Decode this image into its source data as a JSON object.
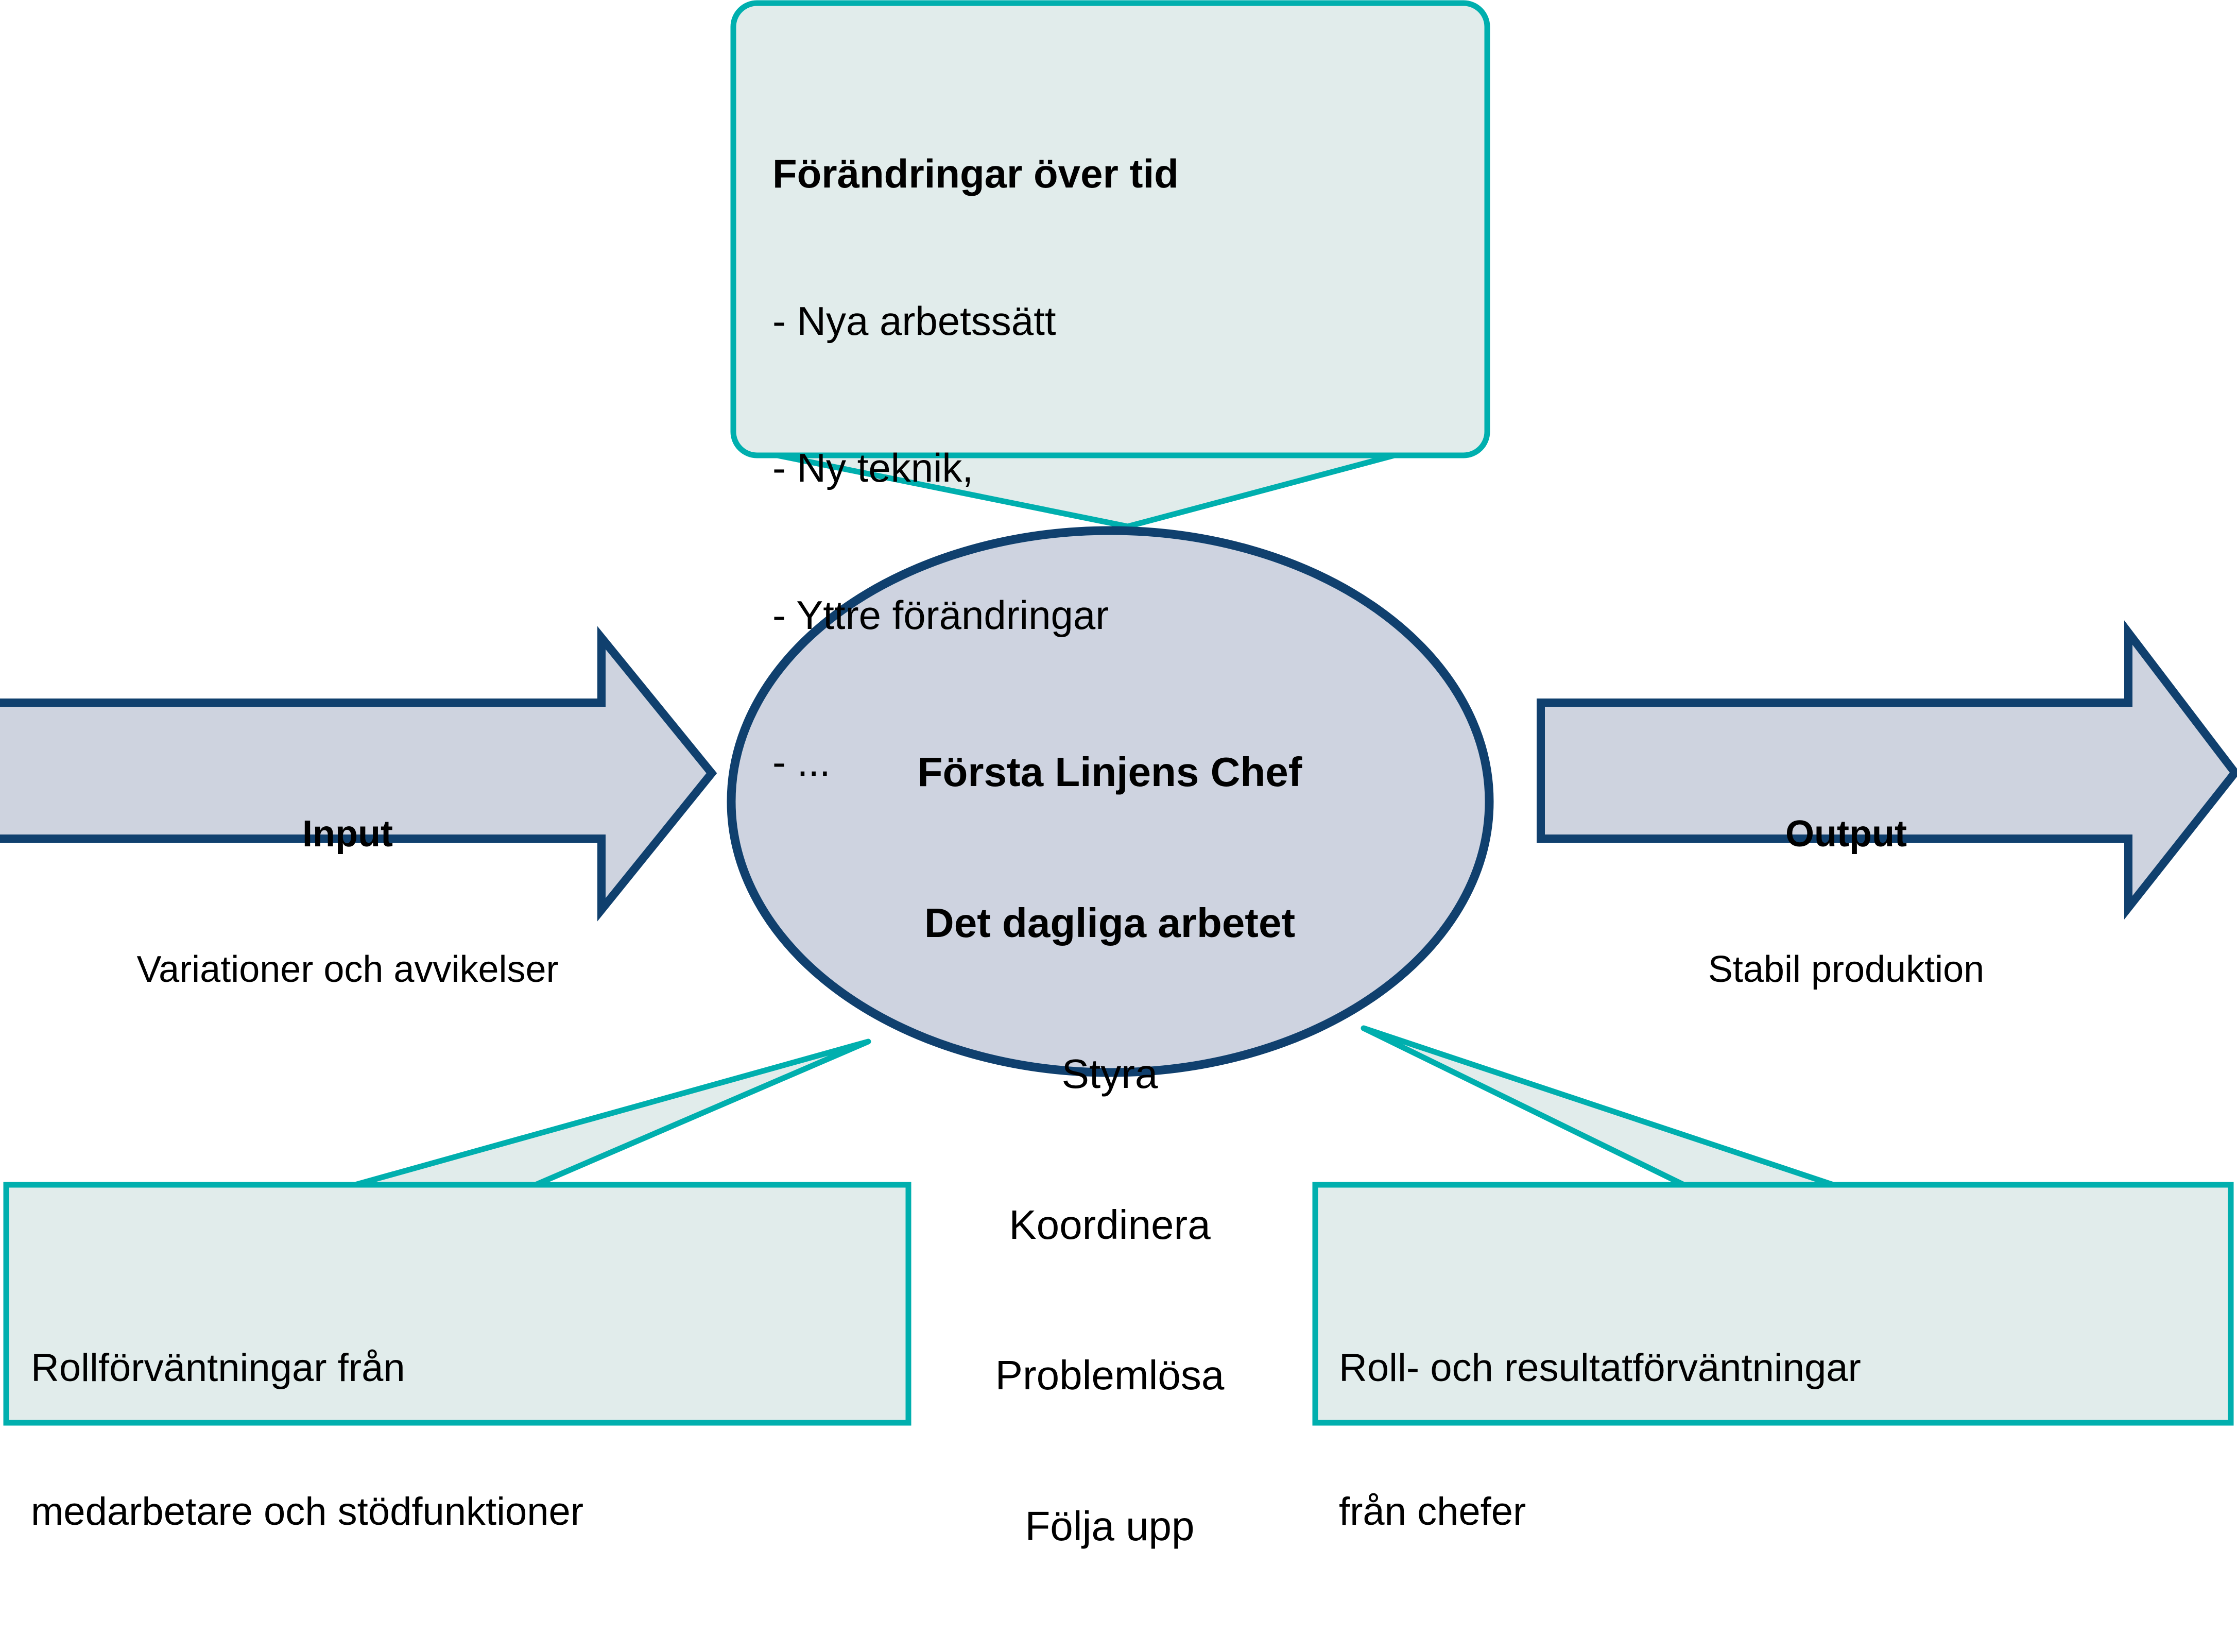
{
  "colors": {
    "callout_fill": "#E1ECEB",
    "callout_stroke": "#00AFAE",
    "shape_fill": "#CED3DF",
    "ellipse_fill": "#CED3E0",
    "shape_stroke": "#10406E",
    "text": "#000000",
    "background": "#FFFFFF"
  },
  "top_callout": {
    "heading": "Förändringar över tid",
    "items": [
      "- Nya arbetssätt",
      "- Ny teknik,",
      "- Yttre förändringar",
      "- ..."
    ]
  },
  "center_node": {
    "title_line_1": "Första Linjens Chef",
    "title_line_2": "Det dagliga arbetet",
    "tasks": [
      "Styra",
      "Koordinera",
      "Problemlösa",
      "Följa upp"
    ]
  },
  "input_arrow": {
    "title": "Input",
    "subtitle": "Variationer och avvikelser"
  },
  "output_arrow": {
    "title": "Output",
    "subtitle": "Stabil produktion"
  },
  "bottom_left_callout": {
    "line_1": "Rollförväntningar från",
    "line_2": "medarbetare och stödfunktioner"
  },
  "bottom_right_callout": {
    "line_1": "Roll- och resultatförväntningar",
    "line_2": "från chefer"
  }
}
